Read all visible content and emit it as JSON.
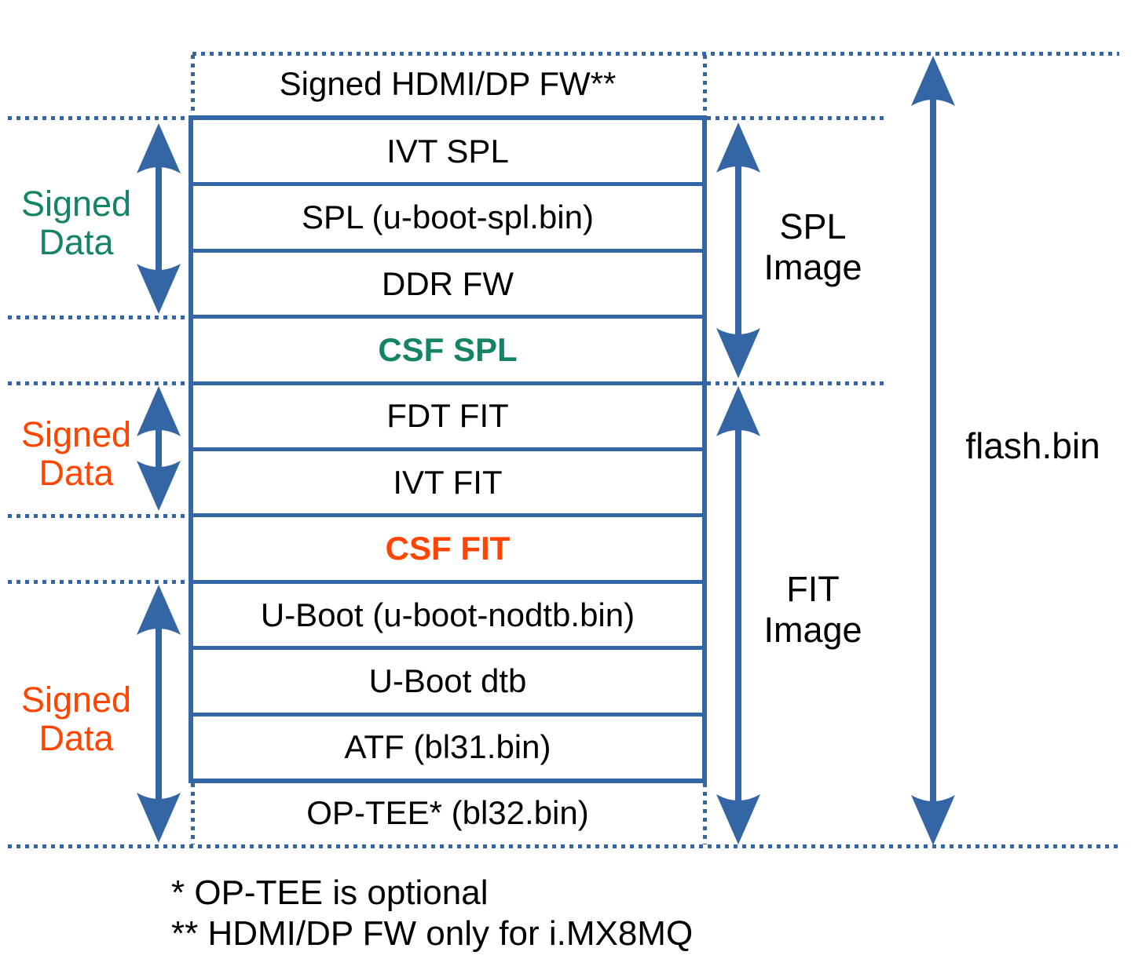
{
  "colors": {
    "blue": "#3465a4",
    "green": "#158466",
    "orange": "#ff4500"
  },
  "stack": {
    "hdmi_row": {
      "label": "Signed HDMI/DP FW**"
    },
    "rows": [
      {
        "label": "IVT SPL"
      },
      {
        "label": "SPL (u-boot-spl.bin)"
      },
      {
        "label": "DDR FW"
      },
      {
        "label": "CSF SPL"
      },
      {
        "label": "FDT FIT"
      },
      {
        "label": "IVT FIT"
      },
      {
        "label": "CSF FIT"
      },
      {
        "label": "U-Boot (u-boot-nodtb.bin)"
      },
      {
        "label": "U-Boot dtb"
      },
      {
        "label": "ATF (bl31.bin)"
      }
    ],
    "optee_row": {
      "label": "OP-TEE* (bl32.bin)"
    }
  },
  "left_labels": [
    {
      "line1": "Signed",
      "line2": "Data",
      "color": "green"
    },
    {
      "line1": "Signed",
      "line2": "Data",
      "color": "orange"
    },
    {
      "line1": "Signed",
      "line2": "Data",
      "color": "orange"
    }
  ],
  "right_labels": {
    "spl_image": {
      "line1": "SPL",
      "line2": "Image"
    },
    "fit_image": {
      "line1": "FIT",
      "line2": "Image"
    },
    "flash_bin": "flash.bin"
  },
  "footnotes": [
    "* OP-TEE is optional",
    "** HDMI/DP FW only for i.MX8MQ"
  ]
}
